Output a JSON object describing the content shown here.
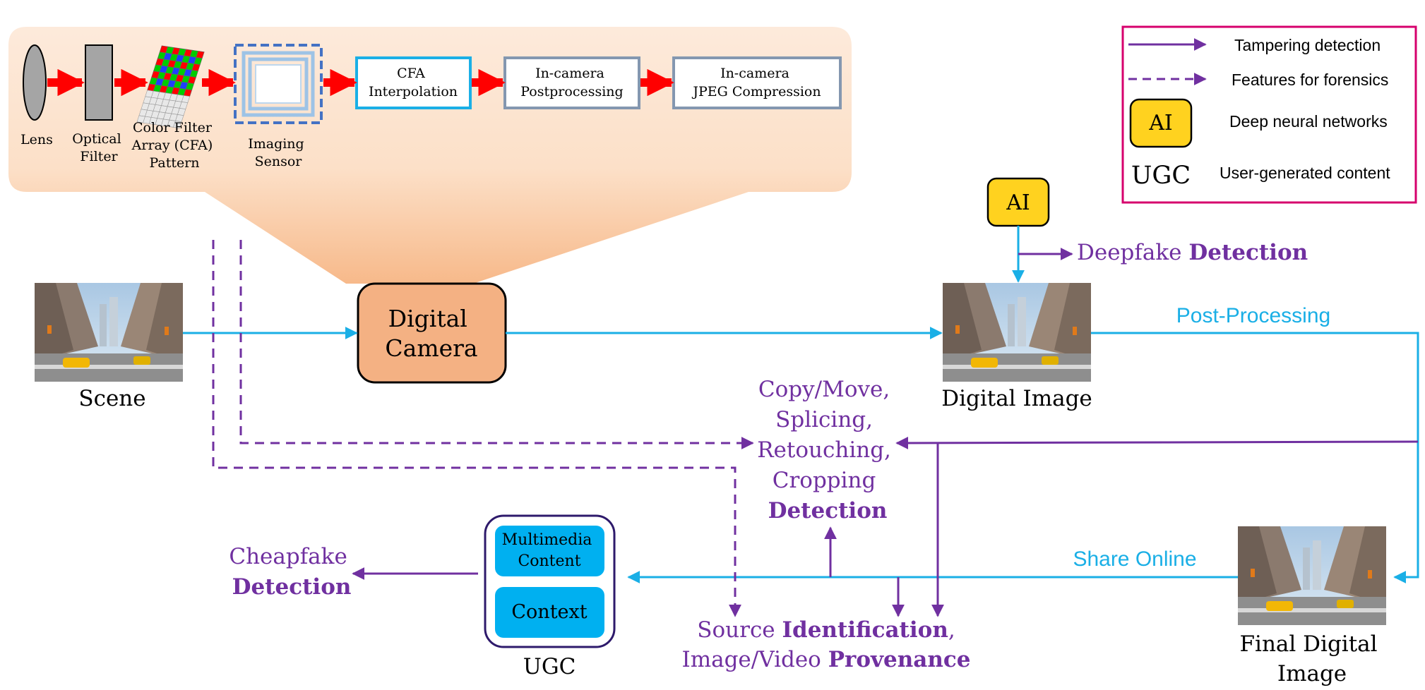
{
  "pipeline": {
    "lens": "Lens",
    "optical_filter": [
      "Optical",
      "Filter"
    ],
    "cfa_pattern": [
      "Color Filter",
      "Array (CFA)",
      "Pattern"
    ],
    "imaging_sensor": [
      "Imaging",
      "Sensor"
    ],
    "cfa_interpolation": [
      "CFA",
      "Interpolation"
    ],
    "postprocessing": [
      "In-camera",
      "Postprocessing"
    ],
    "jpeg": [
      "In-camera",
      "JPEG Compression"
    ]
  },
  "legend": {
    "tampering": "Tampering detection",
    "features": "Features for forensics",
    "ai_badge": "AI",
    "dnn": "Deep neural networks",
    "ugc_badge": "UGC",
    "ugc_desc": "User-generated content"
  },
  "nodes": {
    "scene": "Scene",
    "camera": [
      "Digital",
      "Camera"
    ],
    "digital_image": "Digital Image",
    "final_image": [
      "Final Digital",
      "Image"
    ],
    "ai": "AI",
    "multimedia": [
      "Multimedia",
      "Content"
    ],
    "context": "Context",
    "ugc": "UGC"
  },
  "labels": {
    "deepfake_a": "Deepfake ",
    "deepfake_b": "Detection",
    "post_processing": "Post-Processing",
    "share_online": "Share Online",
    "tamper_1": "Copy/Move,",
    "tamper_2": "Splicing,",
    "tamper_3": "Retouching,",
    "tamper_4": "Cropping",
    "tamper_5": "Detection",
    "cheap_1": "Cheapfake",
    "cheap_2": "Detection",
    "src_a": "Source ",
    "src_b": "Identification",
    "src_c": ",",
    "prov_a": "Image/Video ",
    "prov_b": "Provenance"
  },
  "colors": {
    "cyan": "#1AAFE6",
    "purple": "#7030A0",
    "red": "#FF0000",
    "camera_fill": "#F4B183",
    "ai_fill": "#FFD21F",
    "legend_border": "#D6006C",
    "grey_border": "#8497B0",
    "sensor_blue": "#4472C4",
    "ugc_border": "#2E1A6B"
  }
}
